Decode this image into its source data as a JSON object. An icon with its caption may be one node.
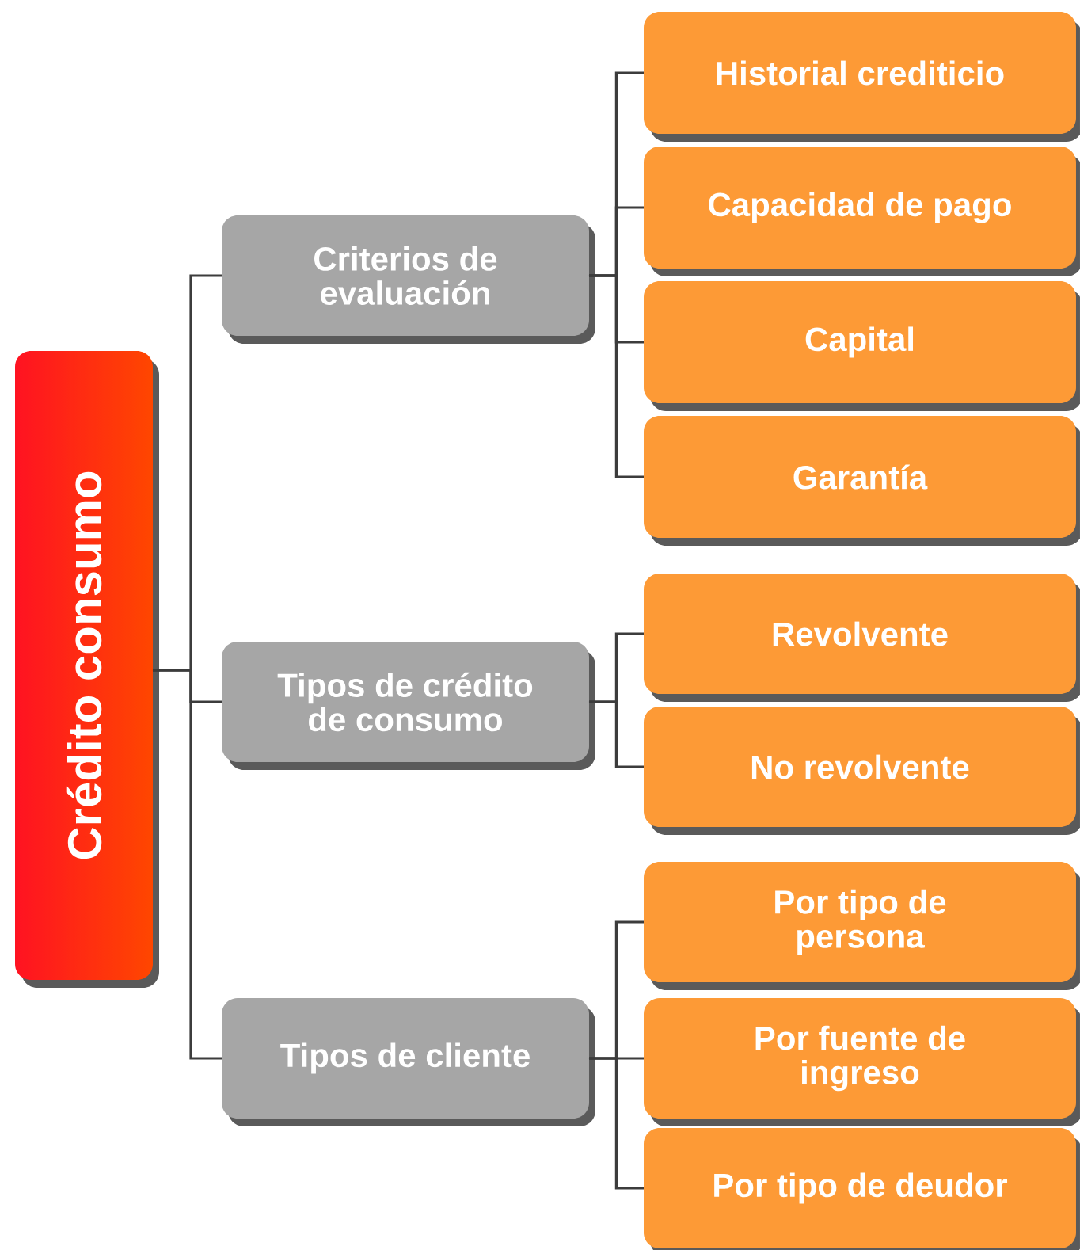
{
  "diagram": {
    "nodes": [
      {
        "text": [
          "Crédito consumo"
        ]
      },
      {
        "text": [
          "Criterios de evaluación"
        ]
      },
      {
        "text": [
          "Historial crediticio"
        ]
      },
      {
        "text": [
          "Capacidad de pago"
        ]
      },
      {
        "text": [
          "Capital"
        ]
      },
      {
        "text": [
          "Garantía"
        ]
      },
      {
        "text": [
          "Tipos de crédito de consumo"
        ]
      },
      {
        "text": [
          "Revolvente"
        ]
      },
      {
        "text": [
          "No revolvente"
        ]
      },
      {
        "text": [
          "Tipos de cliente"
        ]
      },
      {
        "text": [
          "Por tipo de persona"
        ]
      },
      {
        "text": [
          "Por fuente de ingreso"
        ]
      },
      {
        "text": [
          "Por tipo de deudor"
        ]
      }
    ],
    "edges": [
      {
        "from": 0,
        "to": 1,
        "arrow": "none"
      },
      {
        "from": 0,
        "to": 6,
        "arrow": "none"
      },
      {
        "from": 0,
        "to": 9,
        "arrow": "none"
      },
      {
        "from": 1,
        "to": 2,
        "arrow": "none"
      },
      {
        "from": 1,
        "to": 3,
        "arrow": "none"
      },
      {
        "from": 1,
        "to": 4,
        "arrow": "none"
      },
      {
        "from": 1,
        "to": 5,
        "arrow": "none"
      },
      {
        "from": 6,
        "to": 7,
        "arrow": "none"
      },
      {
        "from": 6,
        "to": 8,
        "arrow": "none"
      },
      {
        "from": 9,
        "to": 10,
        "arrow": "none"
      },
      {
        "from": 9,
        "to": 11,
        "arrow": "none"
      },
      {
        "from": 9,
        "to": 12,
        "arrow": "none"
      }
    ]
  }
}
